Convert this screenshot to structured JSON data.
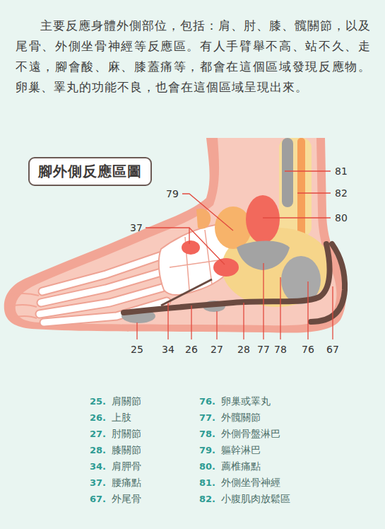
{
  "diagram": {
    "title": "腳外側反應區圖",
    "labels": [
      "主要反應身體外側部位，包括：肩、肘、膝、髖關節，以及尾骨、外側坐骨神經等反應區。有人手臂舉不高、站不久、走不遠，腳會酸、麻、膝蓋痛等，都會在這個區域發現反應物。卵巢、睪丸的功能不良，也會在這個區域呈現出來。",
      "81",
      "82",
      "80",
      "79",
      "37",
      "25",
      "34",
      "26",
      "27",
      "28",
      "77",
      "78",
      "76",
      "67",
      "25.",
      "肩關節",
      "26.",
      "上肢",
      "27.",
      "肘關節",
      "28.",
      "膝關節",
      "34.",
      "肩胛骨",
      "37.",
      "腰痛點",
      "67.",
      "外尾骨",
      "76.",
      "卵巢或睪丸",
      "77.",
      "外髖關節",
      "78.",
      "外側骨盤淋巴",
      "79.",
      "軀幹淋巴",
      "80.",
      "薦椎痛點",
      "81.",
      "外側坐骨神經",
      "82.",
      "小腹肌肉放鬆區"
    ]
  }
}
